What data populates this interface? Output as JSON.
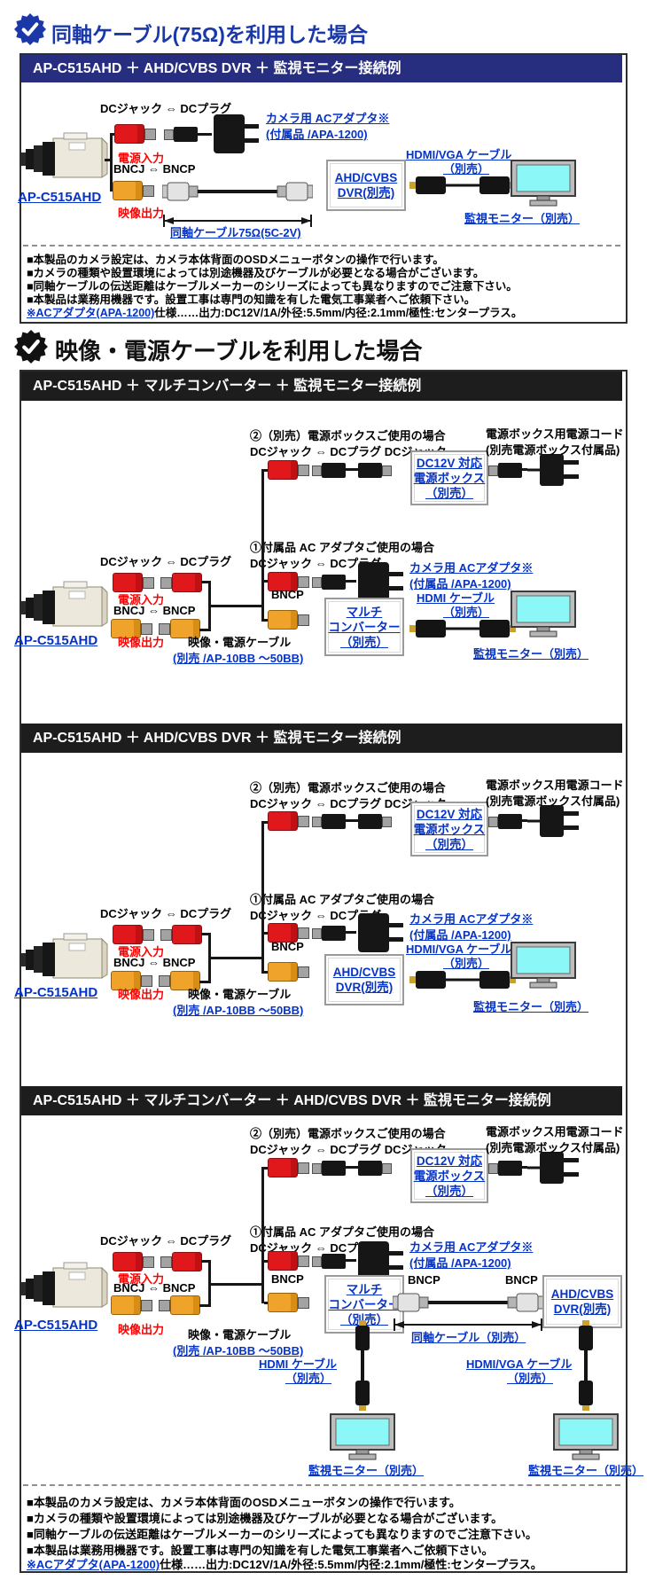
{
  "titles": {
    "coax": "同軸ケーブル(75Ω)を利用した場合",
    "av": "映像・電源ケーブルを利用した場合"
  },
  "section_headers": {
    "s1": "AP-C515AHD ＋  AHD/CVBS DVR ＋ 監視モニター接続例",
    "s2": "AP-C515AHD ＋ マルチコンバーター ＋ 監視モニター接続例",
    "s3": "AP-C515AHD ＋ AHD/CVBS DVR ＋ 監視モニター接続例",
    "s4": "AP-C515AHD ＋ マルチコンバーター ＋ AHD/CVBS DVR ＋ 監視モニター接続例"
  },
  "labels": {
    "camera_model": "AP-C515AHD",
    "dc_pair": "DCジャック ⇔ DCプラグ",
    "dc_triple": "DCジャック ⇔ DCプラグ DCジャック",
    "power_in": "電源入力",
    "bnc_pair": "BNCJ ⇔ BNCP",
    "video_out": "映像出力",
    "bncp": "BNCP",
    "case_adapter": "①付属品 AC アダプタご使用の場合",
    "case_powerbox": "②（別売）電源ボックスご使用の場合",
    "camera_adapter_1": "カメラ用 ACアダプタ※",
    "camera_adapter_2": "(付属品 /APA-1200)",
    "powerbox_1": "DC12V 対応",
    "powerbox_2": "電源ボックス",
    "powerbox_3": "（別売）",
    "powercord_1": "電源ボックス用電源コード",
    "powercord_2": "(別売電源ボックス付属品)",
    "av_cable_1": "映像・電源ケーブル",
    "av_cable_2": "(別売 /AP-10BB ～50BB)",
    "coax_75": "同軸ケーブル75Ω(5C-2V)",
    "coax_sold": "同軸ケーブル（別売）",
    "multi_1": "マルチ",
    "multi_2": "コンバーター",
    "multi_3": "（別売）",
    "dvr_1": "AHD/CVBS",
    "dvr_2": "DVR(別売)",
    "hdmi_cable": "HDMI ケーブル",
    "hdmi_vga_cable": "HDMI/VGA ケーブル",
    "sold_separately": "（別売）",
    "monitor": "監視モニター（別売）"
  },
  "notes": {
    "n1": "■本製品のカメラ設定は、カメラ本体背面のOSDメニューボタンの操作で行います。",
    "n2": "■カメラの種類や設置環境によっては別途機器及びケーブルが必要となる場合がございます。",
    "n3": "■同軸ケーブルの伝送距離はケーブルメーカーのシリーズによっても異なりますのでご注意下さい。",
    "n4": "■本製品は業務用機器です。設置工事は専門の知識を有した電気工事業者へご依頼下さい。",
    "n5_link": "※ACアダプタ(APA-1200)",
    "n5_rest": "仕様……出力:DC12V/1A/外径:5.5mm/内径:2.1mm/極性:センタープラス。"
  },
  "colors": {
    "title_blue": "#1a38a8",
    "link_blue": "#0533c6",
    "header_navy": "#272e80",
    "header_black": "#1d1d1d",
    "alert_red": "#ff0000",
    "connector_red": "#e0181c",
    "connector_yellow": "#f0a32b",
    "screen_cyan": "#8bf7f7"
  }
}
